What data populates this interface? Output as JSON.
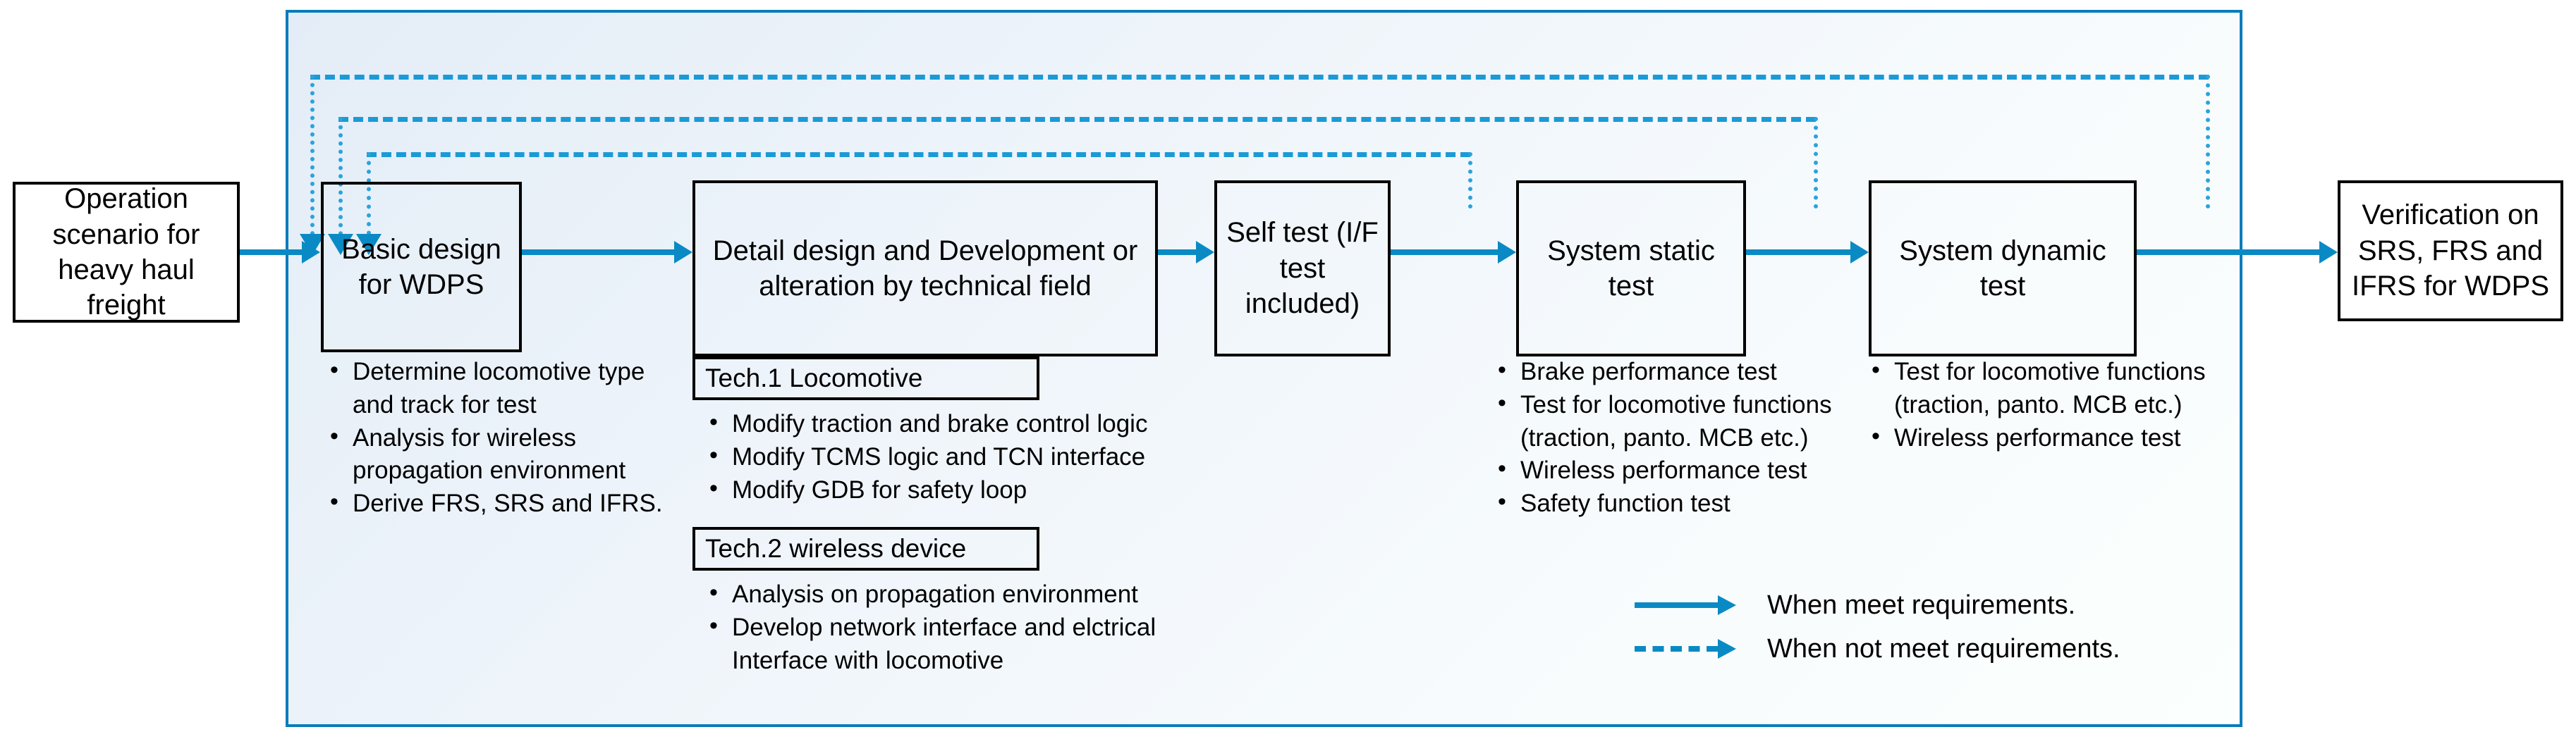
{
  "diagram": {
    "title_present": false,
    "colors": {
      "accent_blue": "#0a8ac4",
      "panel_border": "#0a7cba",
      "panel_fill_light": "#eef4fa",
      "box_border": "#000000",
      "dashed_blue": "#1b9ad6"
    },
    "boxes": {
      "operation": "Operation scenario for heavy haul freight",
      "basic_design": "Basic design for WDPS",
      "detail_design": "Detail design and Development or alteration by technical field",
      "self_test": "Self test (I/F test included)",
      "system_static": "System static test",
      "system_dynamic": "System dynamic test",
      "verification": "Verification on SRS, FRS and  IFRS for WDPS"
    },
    "tech_labels": {
      "tech1": "Tech.1 Locomotive",
      "tech2": "Tech.2  wireless device"
    },
    "bullets": {
      "basic_design": [
        {
          "text": "Determine locomotive type",
          "cont": false
        },
        {
          "text": "and track for test",
          "cont": true
        },
        {
          "text": "Analysis for wireless",
          "cont": false
        },
        {
          "text": "propagation environment",
          "cont": true
        },
        {
          "text": "Derive FRS, SRS and IFRS.",
          "cont": false
        }
      ],
      "tech1": [
        {
          "text": "Modify traction and brake control logic",
          "cont": false
        },
        {
          "text": "Modify TCMS logic and TCN interface",
          "cont": false
        },
        {
          "text": "Modify GDB for safety loop",
          "cont": false
        }
      ],
      "tech2": [
        {
          "text": "Analysis on propagation environment",
          "cont": false
        },
        {
          "text": "Develop network interface and elctrical",
          "cont": false
        },
        {
          "text": "Interface with locomotive",
          "cont": true
        }
      ],
      "system_static": [
        {
          "text": "Brake performance test",
          "cont": false
        },
        {
          "text": "Test for locomotive functions",
          "cont": false
        },
        {
          "text": "(traction, panto. MCB etc.)",
          "cont": true
        },
        {
          "text": "Wireless performance test",
          "cont": false
        },
        {
          "text": "Safety function test",
          "cont": false
        }
      ],
      "system_dynamic": [
        {
          "text": "Test for locomotive functions",
          "cont": false
        },
        {
          "text": "(traction, panto. MCB etc.)",
          "cont": true
        },
        {
          "text": "Wireless performance test",
          "cont": false
        }
      ]
    },
    "legend": [
      {
        "style": "solid",
        "label": "When meet requirements."
      },
      {
        "style": "dashed",
        "label": "When not meet requirements."
      }
    ]
  }
}
